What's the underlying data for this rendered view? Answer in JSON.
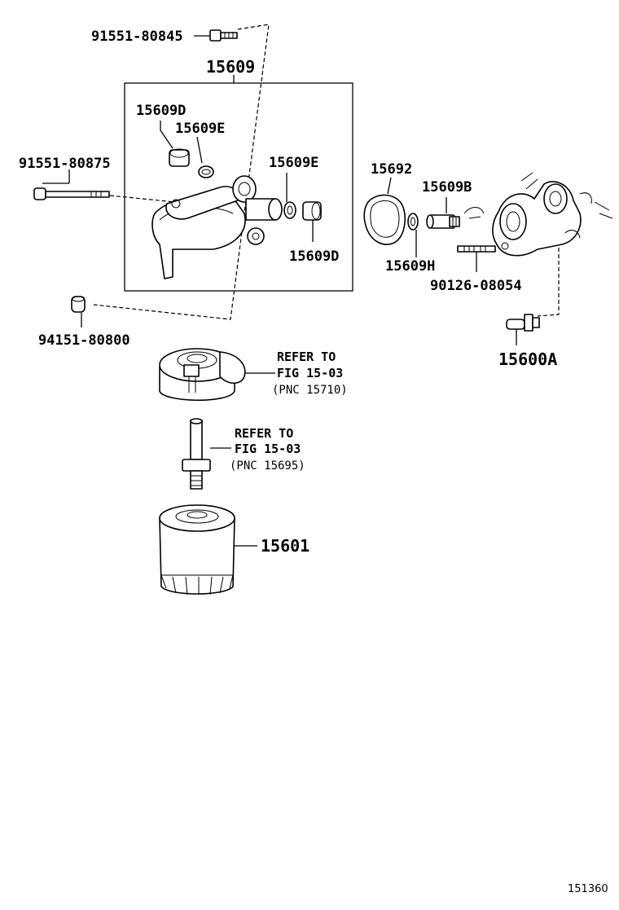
{
  "labels": {
    "p_91551_80845": "91551-80845",
    "p_15609": "15609",
    "p_15609D_top": "15609D",
    "p_15609E_top": "15609E",
    "p_91551_80875": "91551-80875",
    "p_15609E_right": "15609E",
    "p_15609D_right": "15609D",
    "p_94151_80800": "94151-80800",
    "p_15692": "15692",
    "p_15609B": "15609B",
    "p_15609H": "15609H",
    "p_90126_08054": "90126-08054",
    "p_15600A": "15600A",
    "p_15601": "15601"
  },
  "refs": {
    "ref1": {
      "line1": "REFER TO",
      "line2": "FIG 15-03",
      "line3": "(PNC 15710)"
    },
    "ref2": {
      "line1": "REFER TO",
      "line2": "FIG 15-03",
      "line3": "(PNC 15695)"
    }
  },
  "figure_number": "151360"
}
